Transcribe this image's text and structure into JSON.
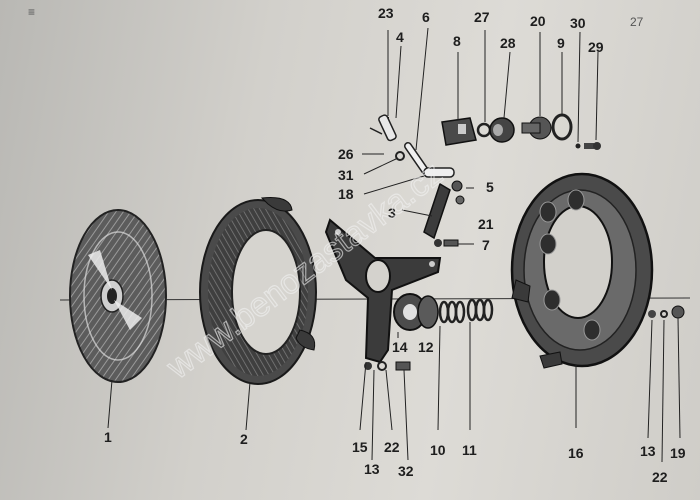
{
  "header": {
    "corner_mark": "≡",
    "page_hint": "27"
  },
  "watermark": "www.benozastavka.cz",
  "parts": [
    {
      "id": "p1",
      "label": "1",
      "name": "pressure-plate-1"
    },
    {
      "id": "p2",
      "label": "2",
      "name": "clutch-disc-2"
    },
    {
      "id": "p3",
      "label": "3",
      "name": "lever-3"
    },
    {
      "id": "p4",
      "label": "4",
      "name": "pin-4"
    },
    {
      "id": "p5",
      "label": "5",
      "name": "nut-5"
    },
    {
      "id": "p6",
      "label": "6",
      "name": "rod-6"
    },
    {
      "id": "p7",
      "label": "7",
      "name": "screw-7"
    },
    {
      "id": "p8",
      "label": "8",
      "name": "bracket-8"
    },
    {
      "id": "p9",
      "label": "9",
      "name": "washer-9"
    },
    {
      "id": "p10",
      "label": "10",
      "name": "spring-10"
    },
    {
      "id": "p11",
      "label": "11",
      "name": "spring-11"
    },
    {
      "id": "p12",
      "label": "12",
      "name": "cup-12"
    },
    {
      "id": "p13a",
      "label": "13",
      "name": "nut-13-left"
    },
    {
      "id": "p13b",
      "label": "13",
      "name": "nut-13-right"
    },
    {
      "id": "p14",
      "label": "14",
      "name": "bearing-14"
    },
    {
      "id": "p15",
      "label": "15",
      "name": "release-lever-15"
    },
    {
      "id": "p16",
      "label": "16",
      "name": "clutch-cover-16"
    },
    {
      "id": "p18",
      "label": "18",
      "name": "pin-18"
    },
    {
      "id": "p19",
      "label": "19",
      "name": "bolt-19"
    },
    {
      "id": "p20",
      "label": "20",
      "name": "bolt-20"
    },
    {
      "id": "p21",
      "label": "21",
      "name": "nut-21"
    },
    {
      "id": "p22a",
      "label": "22",
      "name": "washer-22-left"
    },
    {
      "id": "p22b",
      "label": "22",
      "name": "washer-22-right"
    },
    {
      "id": "p23",
      "label": "23",
      "name": "pin-23"
    },
    {
      "id": "p26",
      "label": "26",
      "name": "cotter-26"
    },
    {
      "id": "p27",
      "label": "27",
      "name": "washer-27"
    },
    {
      "id": "p28",
      "label": "28",
      "name": "nut-28"
    },
    {
      "id": "p29",
      "label": "29",
      "name": "bolt-29"
    },
    {
      "id": "p30",
      "label": "30",
      "name": "washer-30"
    },
    {
      "id": "p31",
      "label": "31",
      "name": "washer-31"
    },
    {
      "id": "p32",
      "label": "32",
      "name": "screw-32"
    }
  ]
}
